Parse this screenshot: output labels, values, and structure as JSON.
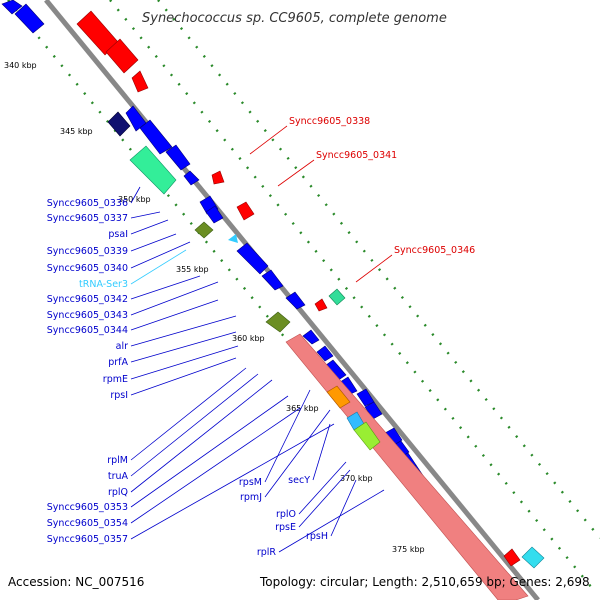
{
  "title": "Synechococcus sp. CC9605, complete genome",
  "footer": {
    "accession": "Accession: NC_007516",
    "topology": "Topology: circular; Length: 2,510,659 bp; Genes: 2,698"
  },
  "kbp_labels": [
    "340 kbp",
    "345 kbp",
    "350 kbp",
    "355 kbp",
    "360 kbp",
    "365 kbp",
    "370 kbp",
    "375 kbp"
  ],
  "colors": {
    "backbone": "#8c8c8c",
    "forward_gene": "#0000ff",
    "reverse_gene": "#ff0000",
    "rRNA_protein_block": "#f08080",
    "trna": "#33ccff",
    "label_blue": "#0000cc",
    "label_red": "#dd0000",
    "label_cyan": "#33ccff",
    "tick_green": "#228822"
  },
  "left_labels": [
    {
      "text": "Syncc9605_0336",
      "color": "#0000cc"
    },
    {
      "text": "Syncc9605_0337",
      "color": "#0000cc"
    },
    {
      "text": "psaI",
      "color": "#0000cc"
    },
    {
      "text": "Syncc9605_0339",
      "color": "#0000cc"
    },
    {
      "text": "Syncc9605_0340",
      "color": "#0000cc"
    },
    {
      "text": "tRNA-Ser3",
      "color": "#33ccff"
    },
    {
      "text": "Syncc9605_0342",
      "color": "#0000cc"
    },
    {
      "text": "Syncc9605_0343",
      "color": "#0000cc"
    },
    {
      "text": "Syncc9605_0344",
      "color": "#0000cc"
    },
    {
      "text": "alr",
      "color": "#0000cc"
    },
    {
      "text": "prfA",
      "color": "#0000cc"
    },
    {
      "text": "rpmE",
      "color": "#0000cc"
    },
    {
      "text": "rpsI",
      "color": "#0000cc"
    },
    {
      "text": "rplM",
      "color": "#0000cc"
    },
    {
      "text": "truA",
      "color": "#0000cc"
    },
    {
      "text": "rplQ",
      "color": "#0000cc"
    },
    {
      "text": "Syncc9605_0353",
      "color": "#0000cc"
    },
    {
      "text": "Syncc9605_0354",
      "color": "#0000cc"
    },
    {
      "text": "Syncc9605_0357",
      "color": "#0000cc"
    },
    {
      "text": "rpsM",
      "color": "#0000cc"
    },
    {
      "text": "rpmJ",
      "color": "#0000cc"
    },
    {
      "text": "secY",
      "color": "#0000cc"
    },
    {
      "text": "rplO",
      "color": "#0000cc"
    },
    {
      "text": "rpsE",
      "color": "#0000cc"
    },
    {
      "text": "rpsH",
      "color": "#0000cc"
    },
    {
      "text": "rplR",
      "color": "#0000cc"
    }
  ],
  "right_labels": [
    {
      "text": "Syncc9605_0338",
      "color": "#dd0000"
    },
    {
      "text": "Syncc9605_0341",
      "color": "#dd0000"
    },
    {
      "text": "Syncc9605_0346",
      "color": "#dd0000"
    }
  ]
}
